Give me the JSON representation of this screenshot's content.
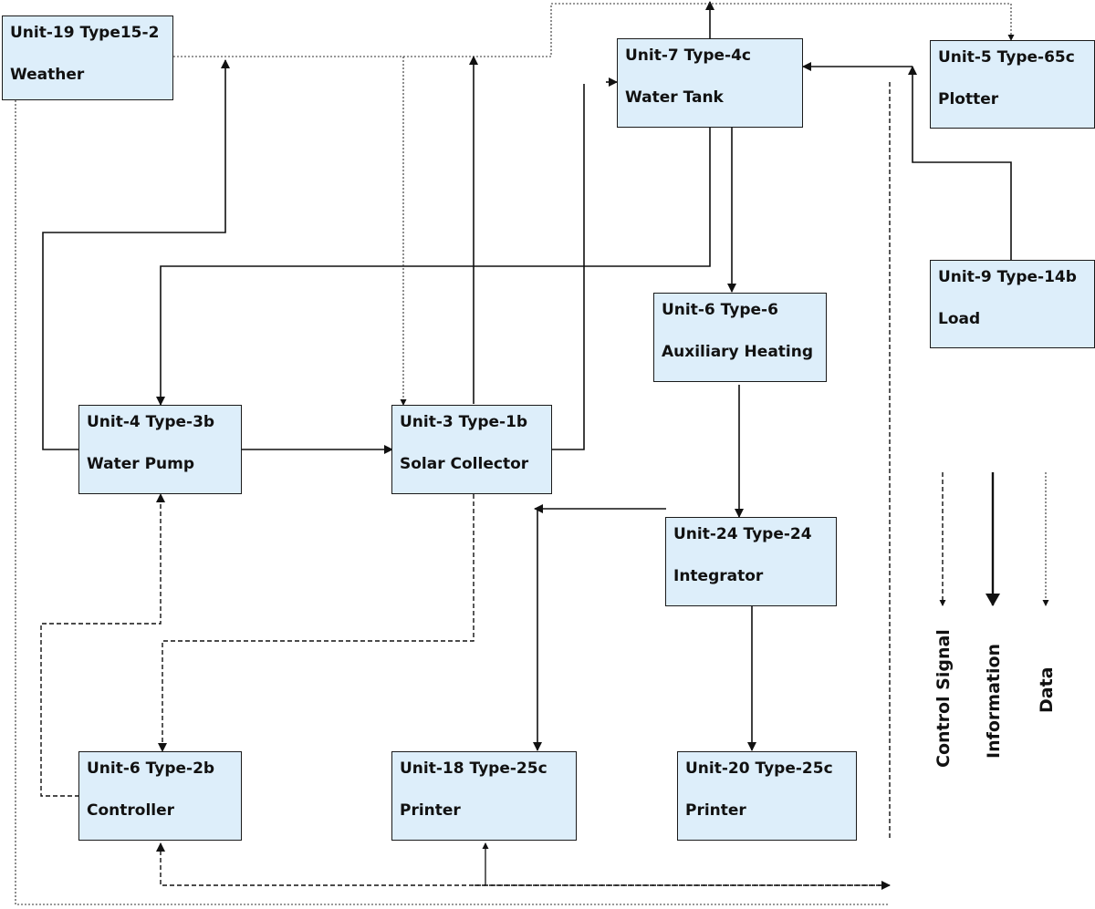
{
  "colors": {
    "box_fill": "#ddeefa",
    "line": "#111111"
  },
  "nodes": {
    "weather": {
      "title": "Unit-19 Type15-2",
      "name": "Weather"
    },
    "water_tank": {
      "title": "Unit-7 Type-4c",
      "name": "Water Tank"
    },
    "plotter": {
      "title": "Unit-5 Type-65c",
      "name": "Plotter"
    },
    "load": {
      "title": "Unit-9 Type-14b",
      "name": "Load"
    },
    "aux_heating": {
      "title": "Unit-6 Type-6",
      "name": "Auxiliary Heating"
    },
    "water_pump": {
      "title": "Unit-4 Type-3b",
      "name": "Water Pump"
    },
    "solar": {
      "title": "Unit-3 Type-1b",
      "name": "Solar Collector"
    },
    "integrator": {
      "title": "Unit-24 Type-24",
      "name": "Integrator"
    },
    "controller": {
      "title": "Unit-6 Type-2b",
      "name": "Controller"
    },
    "printer18": {
      "title": "Unit-18 Type-25c",
      "name": "Printer"
    },
    "printer20": {
      "title": "Unit-20 Type-25c",
      "name": "Printer"
    }
  },
  "legend": {
    "control": "Control Signal",
    "information": "Information",
    "data": "Data"
  }
}
